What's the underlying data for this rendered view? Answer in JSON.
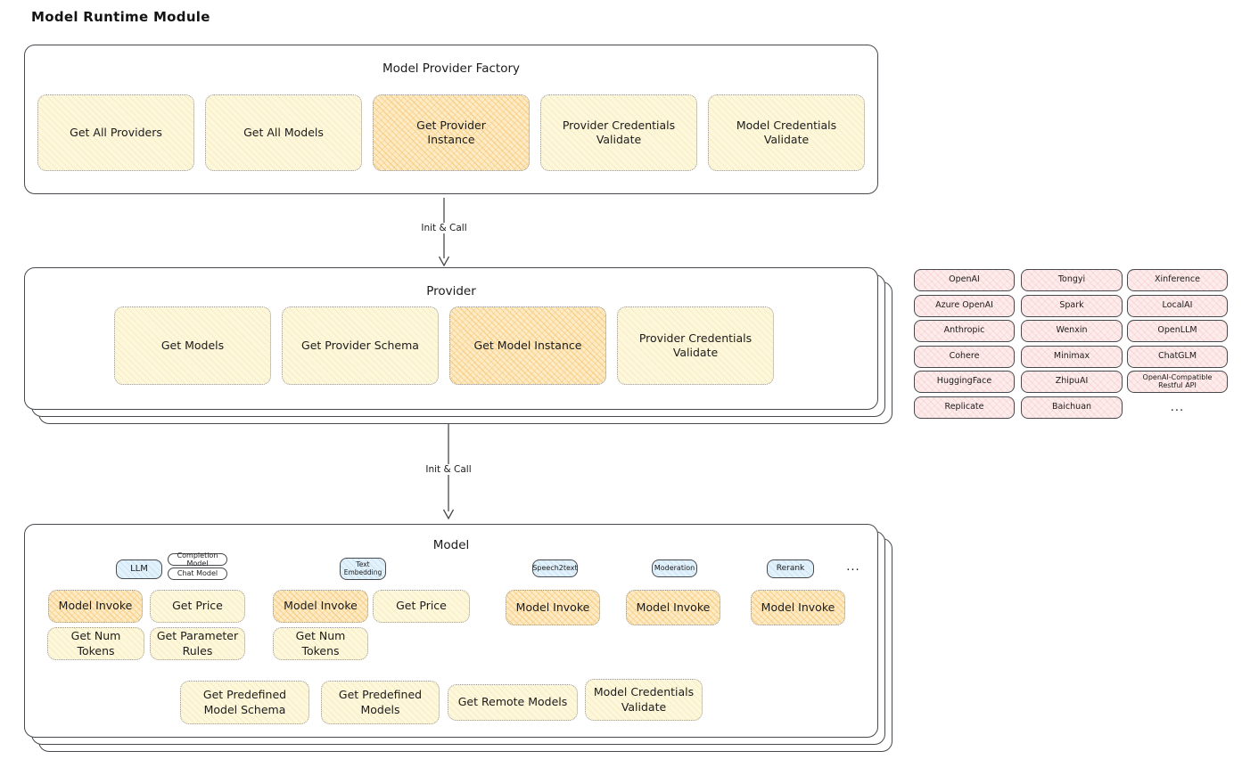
{
  "title": "Model Runtime Module",
  "colors": {
    "node_yellow": "#fdf7dc",
    "node_orange": "#fcebc4",
    "provider_pink": "#fdecec",
    "tab_blue": "#e3f1fb",
    "frame_border": "#46494d",
    "text": "#1b1b1b"
  },
  "factory": {
    "title": "Model Provider Factory",
    "nodes": [
      {
        "label": "Get All Providers",
        "highlighted": false
      },
      {
        "label": "Get All Models",
        "highlighted": false
      },
      {
        "label": "Get Provider Instance",
        "highlighted": true
      },
      {
        "label": "Provider Credentials Validate",
        "highlighted": false
      },
      {
        "label": "Model Credentials Validate",
        "highlighted": false
      }
    ]
  },
  "arrow1": {
    "label": "Init & Call"
  },
  "provider": {
    "title": "Provider",
    "nodes": [
      {
        "label": "Get Models",
        "highlighted": false
      },
      {
        "label": "Get Provider Schema",
        "highlighted": false
      },
      {
        "label": "Get Model Instance",
        "highlighted": true
      },
      {
        "label": "Provider Credentials Validate",
        "highlighted": false
      }
    ]
  },
  "providers_grid": {
    "items": [
      "OpenAI",
      "Tongyi",
      "Xinference",
      "Azure OpenAI",
      "Spark",
      "LocalAI",
      "Anthropic",
      "Wenxin",
      "OpenLLM",
      "Cohere",
      "Minimax",
      "ChatGLM",
      "HuggingFace",
      "ZhipuAI",
      "OpenAI-Compatible Restful API",
      "Replicate",
      "Baichuan"
    ],
    "more": "..."
  },
  "arrow2": {
    "label": "Init & Call"
  },
  "model": {
    "title": "Model",
    "tabs": {
      "llm": "LLM",
      "completion_model": "Completion Model",
      "chat_model": "Chat Model",
      "text_embedding": "Text Embedding",
      "speech2text": "Speech2text",
      "moderation": "Moderation",
      "rerank": "Rerank",
      "more": "..."
    },
    "actions": {
      "model_invoke": "Model Invoke",
      "get_price": "Get Price",
      "get_num_tokens": "Get Num Tokens",
      "get_parameter_rules": "Get Parameter Rules"
    },
    "footer_actions": {
      "get_predefined_model_schema": "Get Predefined Model Schema",
      "get_predefined_models": "Get Predefined Models",
      "get_remote_models": "Get Remote Models",
      "model_credentials_validate": "Model Credentials Validate"
    }
  }
}
